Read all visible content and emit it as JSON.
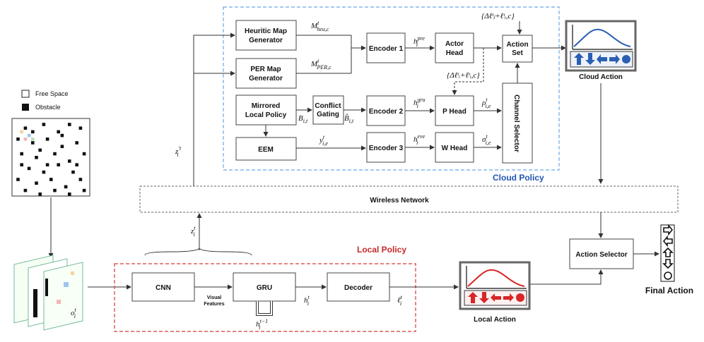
{
  "legend": {
    "free_space": "Free Space",
    "obstacle": "Obstacle"
  },
  "cloud_policy": {
    "title": "Cloud Policy",
    "heuristic_gen": [
      "Heuritic Map",
      "Generator"
    ],
    "per_gen": [
      "PER Map",
      "Generator"
    ],
    "mirrored": [
      "Mirrored",
      "Local Policy"
    ],
    "conflict": [
      "Conflict",
      "Gating"
    ],
    "eem": "EEM",
    "encoder1": "Encoder 1",
    "encoder2": "Encoder 2",
    "encoder3": "Encoder 3",
    "actor_head": [
      "Actor",
      "Head"
    ],
    "p_head": "P Head",
    "w_head": "W Head",
    "action_set": [
      "Action",
      "Set"
    ],
    "channel_selector": "Channel Selector",
    "cloud_action": "Cloud Action"
  },
  "wireless_network": "Wireless Network",
  "local_policy": {
    "title": "Local Policy",
    "cnn": "CNN",
    "gru": "GRU",
    "decoder": "Decoder",
    "visual_features": [
      "Visual",
      "Features"
    ],
    "local_action": "Local Action"
  },
  "action_selector": "Action Selector",
  "final_action": "Final Action",
  "symbols": {
    "m_heu": {
      "base": "M",
      "sup": "t",
      "sub": "heu,c"
    },
    "m_per": {
      "base": "M",
      "sup": "t",
      "sub": "PER,c"
    },
    "b_it": {
      "base": "B",
      "sub": "i,t"
    },
    "b_hat": {
      "base": "B̂",
      "sub": "i,t"
    },
    "y_ie": {
      "base": "y",
      "sup": "t",
      "sub": "i,e"
    },
    "h_pre": {
      "base": "h",
      "sup": "pre",
      "sub": "i"
    },
    "h_gru": {
      "base": "h",
      "sup": "gru",
      "sub": "i"
    },
    "h_eve": {
      "base": "h",
      "sup": "eve",
      "sub": "i"
    },
    "rho": {
      "base": "ρ",
      "sup": "t",
      "sub": "i,e"
    },
    "sigma": {
      "base": "σ",
      "sup": "t",
      "sub": "i,e"
    },
    "delta_top": "{Δℓᵗⱼ+ℓᵗᵢ,c}",
    "delta_mid": "{Δℓᵗᵢ+ℓᵗᵢ,c}",
    "z_prime": {
      "base": "z",
      "sup": "′t",
      "sub": "i"
    },
    "z": {
      "base": "z",
      "sup": "t",
      "sub": "i"
    },
    "o": {
      "base": "o",
      "sup": "t",
      "sub": "i"
    },
    "h_local": {
      "base": "h",
      "sup": "t",
      "sub": "i"
    },
    "h_prev": {
      "base": "h",
      "sup": "t−1",
      "sub": "i"
    },
    "l_local": {
      "base": "ℓ",
      "sup": "t",
      "sub": "i"
    }
  }
}
